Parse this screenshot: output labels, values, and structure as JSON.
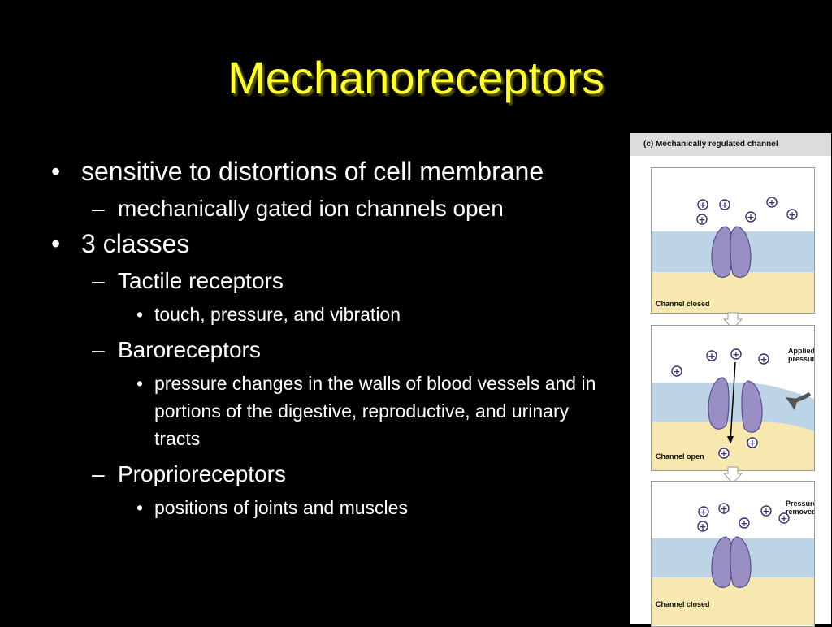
{
  "title": "Mechanoreceptors",
  "bullets": [
    {
      "text": "sensitive to distortions of cell membrane"
    },
    {
      "text": "mechanically gated ion channels open"
    },
    {
      "text": "3 classes"
    },
    {
      "text": "Tactile receptors"
    },
    {
      "text": "touch, pressure, and vibration"
    },
    {
      "text": "Baroreceptors"
    },
    {
      "text": "pressure changes in the walls of blood vessels and in portions of the digestive, reproductive, and urinary tracts"
    },
    {
      "text": "Proprioreceptors"
    },
    {
      "text": "positions of joints and muscles"
    }
  ],
  "bullet_marks": {
    "l1": "•",
    "l2": "–",
    "l3": "•"
  },
  "figure": {
    "header": "(c) Mechanically regulated channel",
    "panels": [
      {
        "label": "Channel closed"
      },
      {
        "label": "Channel open",
        "note": "Applied pressure"
      },
      {
        "label": "Channel closed",
        "note": "Pressure removed"
      }
    ],
    "ion_symbol": "+",
    "colors": {
      "membrane": "#bcd4e6",
      "cytoplasm": "#f7e8b0",
      "channel": "#9a8fc4",
      "channel_stroke": "#5a4f8a",
      "ion_fill": "#ffffff",
      "ion_stroke": "#3a2f70"
    }
  }
}
